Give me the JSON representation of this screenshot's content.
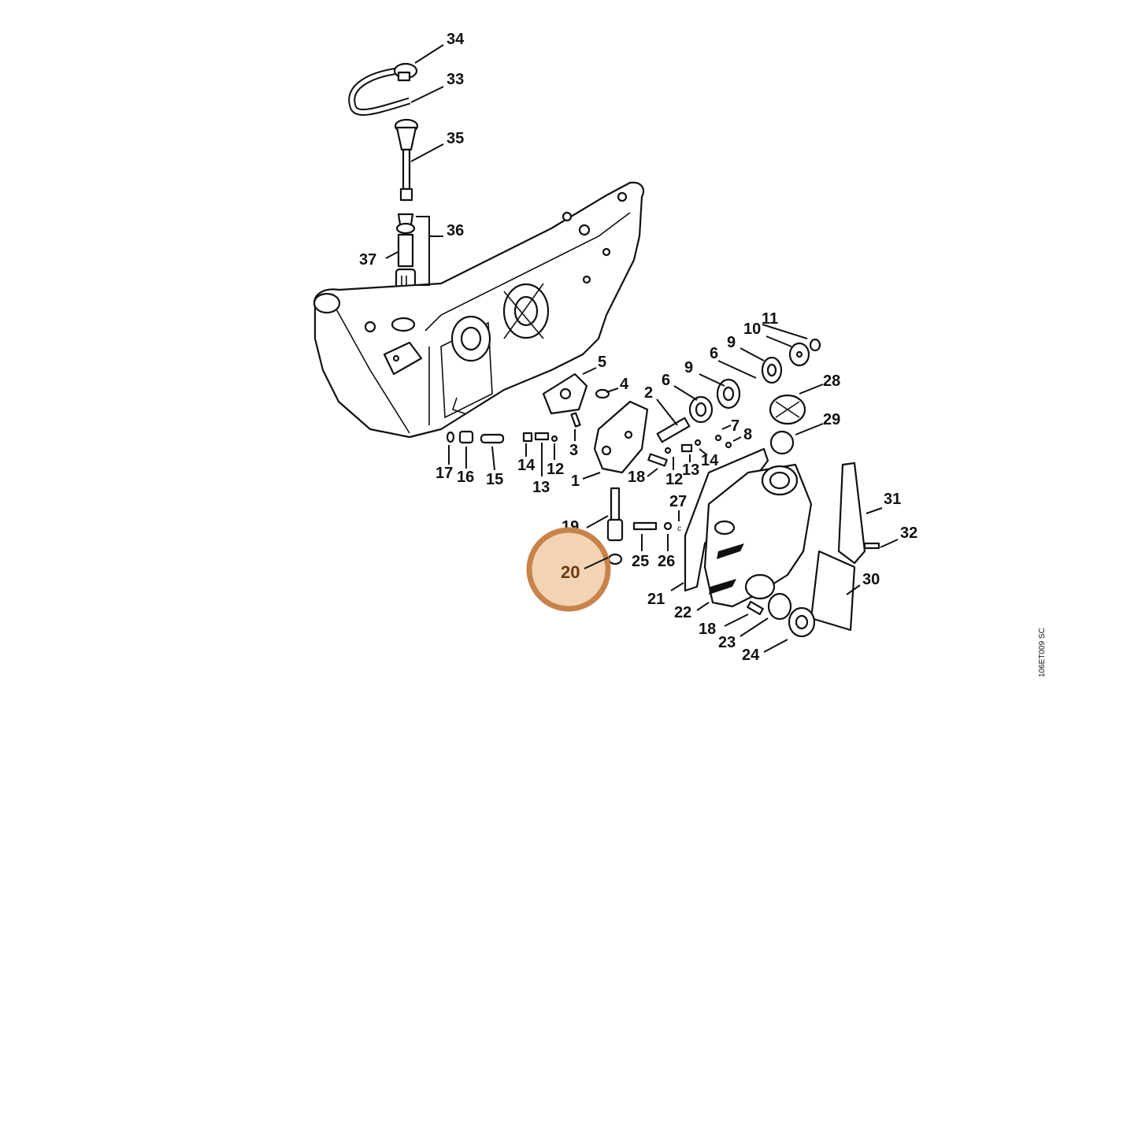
{
  "diagram": {
    "drawing_code": "106ET009 SC",
    "highlight_color": "#c8834a",
    "highlight_fill": "#f2d3b4",
    "highlighted_part": "20",
    "callouts": [
      "34",
      "33",
      "35",
      "36",
      "37",
      "11",
      "10",
      "9",
      "6",
      "9",
      "6",
      "5",
      "4",
      "2",
      "28",
      "29",
      "7",
      "8",
      "14",
      "3",
      "17",
      "16",
      "15",
      "14",
      "13",
      "12",
      "1",
      "18",
      "12",
      "13",
      "27",
      "19",
      "25",
      "26",
      "31",
      "32",
      "30",
      "21",
      "22",
      "18",
      "23",
      "24",
      "20"
    ]
  }
}
